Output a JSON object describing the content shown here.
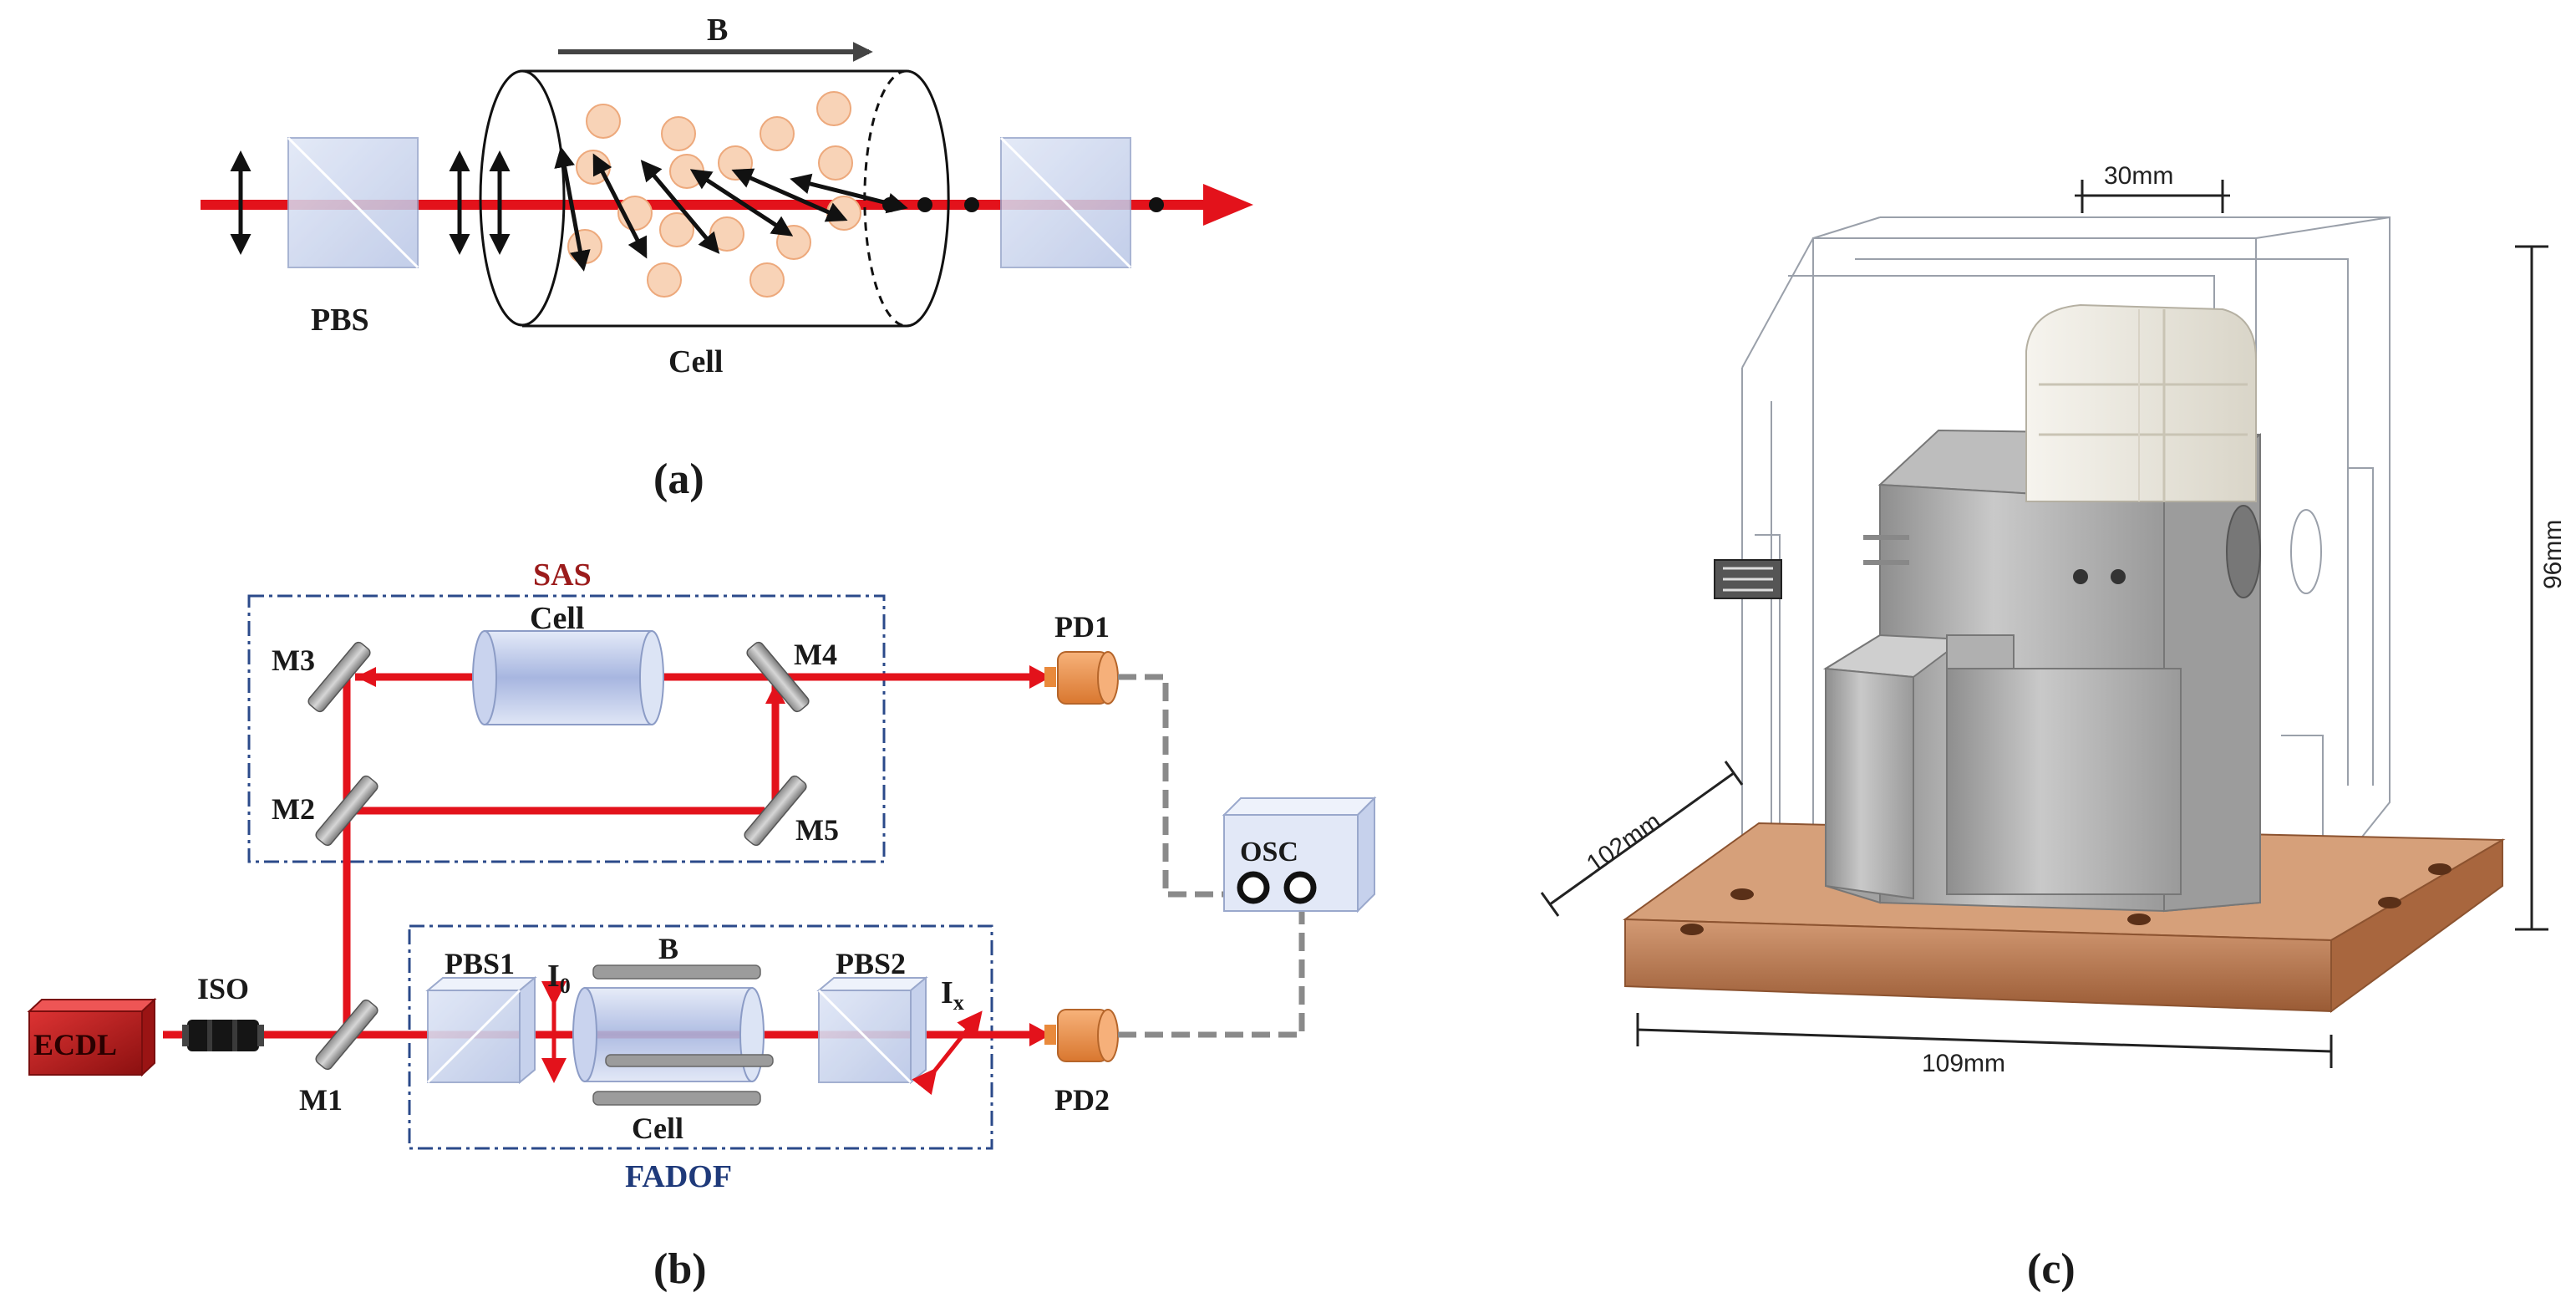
{
  "panel_a": {
    "field_label": "B",
    "pbs_label": "PBS",
    "cell_label": "Cell",
    "caption": "(a)"
  },
  "panel_b": {
    "sas_label": "SAS",
    "sas_cell_label": "Cell",
    "mirrors": [
      "M1",
      "M2",
      "M3",
      "M4",
      "M5"
    ],
    "pd1_label": "PD1",
    "pd2_label": "PD2",
    "osc_label": "OSC",
    "source_label": "ECDL",
    "isolator_label": "ISO",
    "pbs1_label": "PBS1",
    "pbs2_label": "PBS2",
    "i0_main": "I",
    "i0_sub": "0",
    "ix_main": "I",
    "ix_sub": "x",
    "field_label": "B",
    "fadof_cell_label": "Cell",
    "fadof_label": "FADOF",
    "caption": "(b)"
  },
  "panel_c": {
    "dim_top": "30mm",
    "dim_height": "96mm",
    "dim_depth": "102mm",
    "dim_width": "109mm",
    "caption": "(c)"
  },
  "colors": {
    "beam": "#e3121b",
    "sas_label": "#9b1b1b",
    "fadof_label": "#1f3a7a",
    "frame": "#2b4a8a",
    "atom": "#f8d3b7",
    "copper": "#b8764e",
    "steel": "#a8a8a8",
    "coil": "#eeeae0"
  }
}
